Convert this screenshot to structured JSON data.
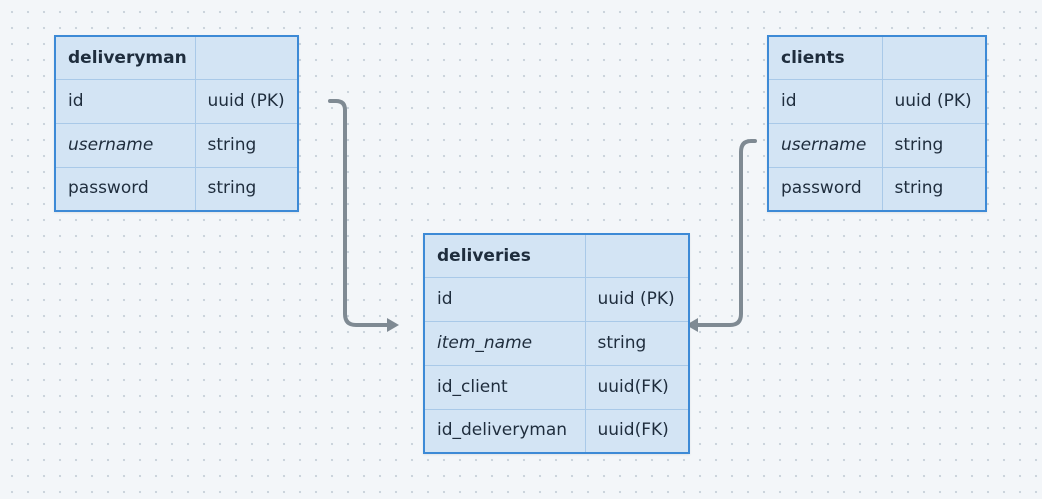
{
  "colors": {
    "background": "#f3f6f9",
    "table_fill": "#d3e4f4",
    "table_border": "#3d8ad6",
    "row_divider": "#a9c9e8",
    "connector": "#7f8a93"
  },
  "tables": {
    "deliveryman": {
      "title": "deliveryman",
      "rows": [
        {
          "name": "id",
          "type": "uuid (PK)"
        },
        {
          "name": "username",
          "type": "string"
        },
        {
          "name": "password",
          "type": "string"
        }
      ]
    },
    "clients": {
      "title": "clients",
      "rows": [
        {
          "name": "id",
          "type": "uuid (PK)"
        },
        {
          "name": "username",
          "type": "string"
        },
        {
          "name": "password",
          "type": "string"
        }
      ]
    },
    "deliveries": {
      "title": "deliveries",
      "rows": [
        {
          "name": "id",
          "type": "uuid (PK)"
        },
        {
          "name": "item_name",
          "type": "string"
        },
        {
          "name": "id_client",
          "type": "uuid(FK)"
        },
        {
          "name": "id_deliveryman",
          "type": "uuid(FK)"
        }
      ]
    }
  },
  "relations": [
    {
      "from": "deliveryman",
      "to": "deliveries"
    },
    {
      "from": "clients",
      "to": "deliveries"
    }
  ]
}
